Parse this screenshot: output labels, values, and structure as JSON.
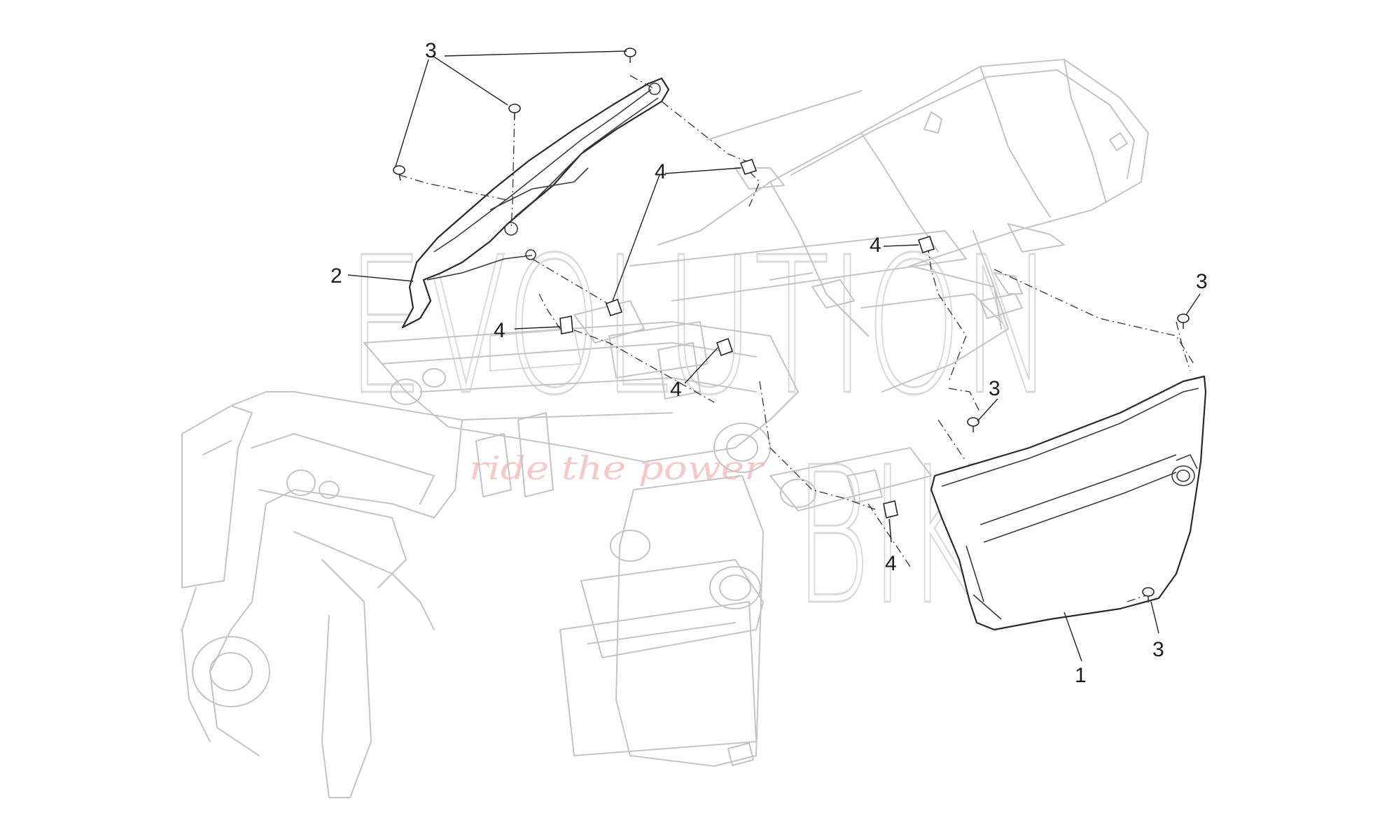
{
  "diagram": {
    "callouts": [
      {
        "id": "c1",
        "label": "1"
      },
      {
        "id": "c2",
        "label": "2"
      },
      {
        "id": "c3a",
        "label": "3"
      },
      {
        "id": "c3b",
        "label": "3"
      },
      {
        "id": "c3c",
        "label": "3"
      },
      {
        "id": "c3d",
        "label": "3"
      },
      {
        "id": "c4a",
        "label": "4"
      },
      {
        "id": "c4b",
        "label": "4"
      },
      {
        "id": "c4c",
        "label": "4"
      },
      {
        "id": "c4d",
        "label": "4"
      },
      {
        "id": "c4e",
        "label": "4"
      }
    ]
  },
  "watermark": {
    "brand_top": "EVOLUTION",
    "brand_bottom": "BIKE",
    "tagline": "ride the power"
  }
}
